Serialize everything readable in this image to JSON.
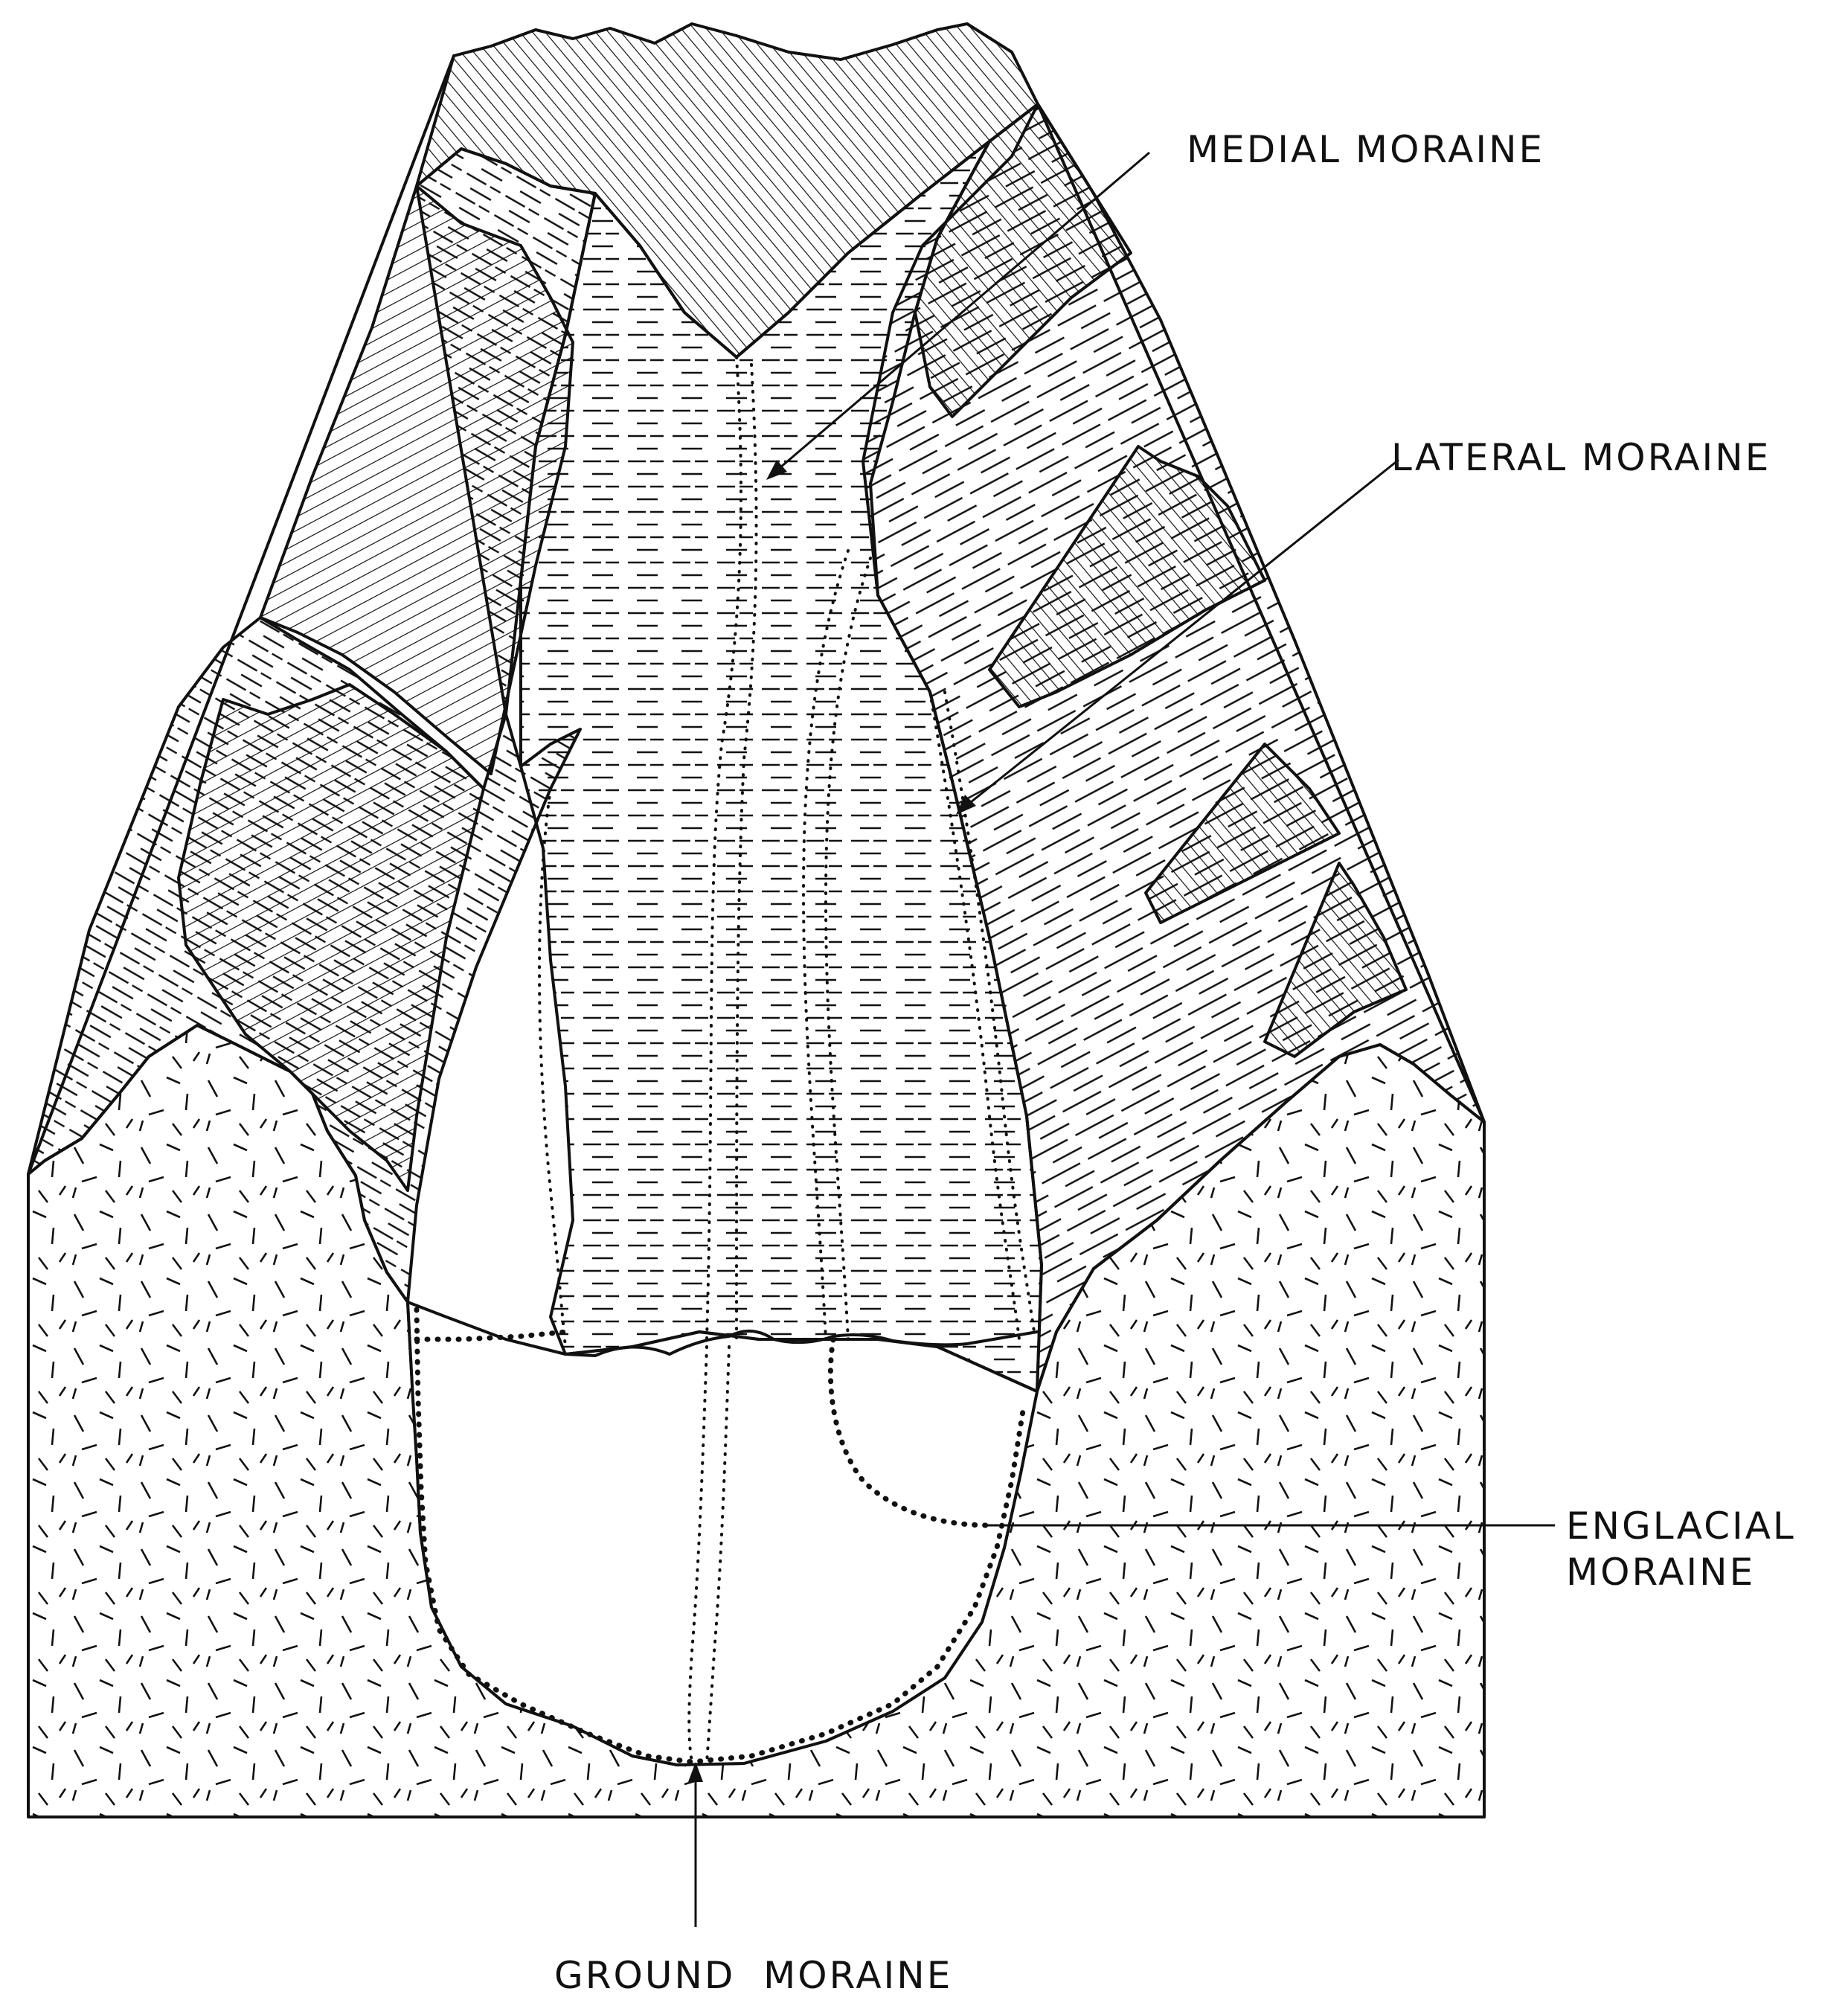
{
  "labels": {
    "medial": "MEDIAL MORAINE",
    "lateral": "LATERAL MORAINE",
    "englacial_line1": "ENGLACIAL",
    "englacial_line2": "MORAINE",
    "ground": "GROUND  MORAINE"
  }
}
